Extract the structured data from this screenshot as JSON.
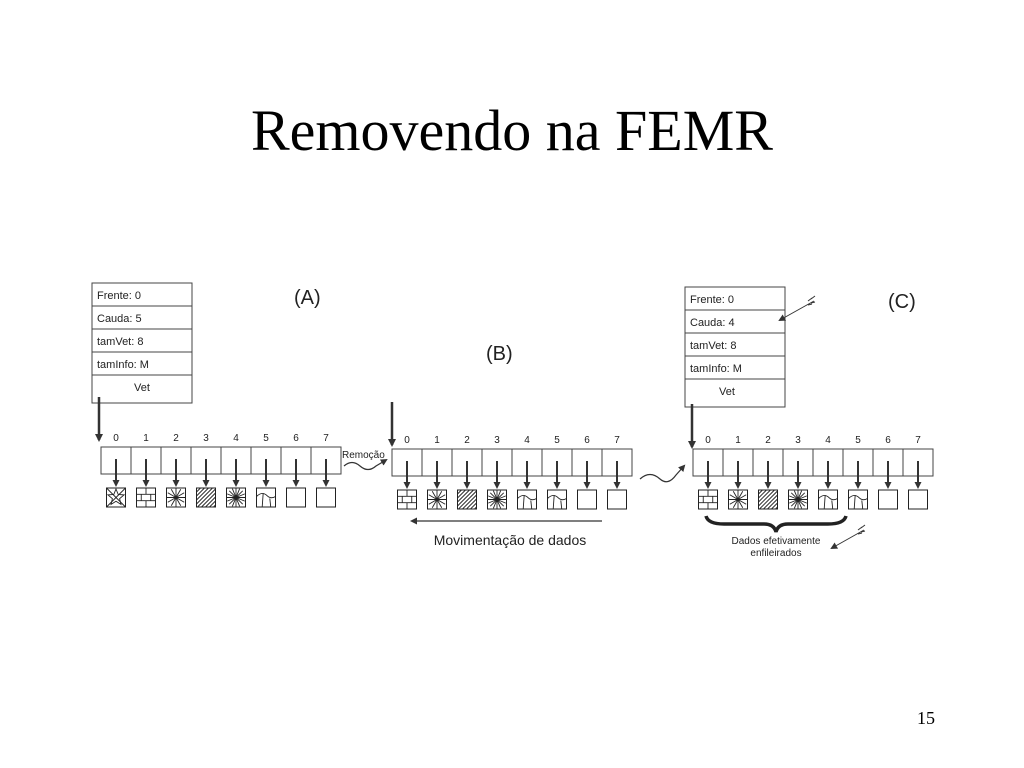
{
  "slide": {
    "title": "Removendo na FEMR",
    "page_number": "15"
  },
  "panels": [
    {
      "label": "(A)",
      "fields": [
        "Frente: 0",
        "Cauda: 5",
        "tamVet: 8",
        "tamInfo: M",
        "Vet"
      ],
      "indices": [
        "0",
        "1",
        "2",
        "3",
        "4",
        "5",
        "6",
        "7"
      ],
      "patterns": [
        "star",
        "brick",
        "asterisk",
        "hatch",
        "burst",
        "curve",
        "empty",
        "empty"
      ]
    },
    {
      "label": "(B)",
      "indices": [
        "0",
        "1",
        "2",
        "3",
        "4",
        "5",
        "6",
        "7"
      ],
      "patterns": [
        "brick",
        "asterisk",
        "hatch",
        "burst",
        "curve",
        "curve",
        "empty",
        "empty"
      ]
    },
    {
      "label": "(C)",
      "fields": [
        "Frente: 0",
        "Cauda: 4",
        "tamVet: 8",
        "tamInfo: M",
        "Vet"
      ],
      "indices": [
        "0",
        "1",
        "2",
        "3",
        "4",
        "5",
        "6",
        "7"
      ],
      "patterns": [
        "brick",
        "asterisk",
        "hatch",
        "burst",
        "curve",
        "curve",
        "empty",
        "empty"
      ]
    }
  ],
  "annotations": {
    "remocao": "Remoção",
    "movimentacao": "Movimentação de dados",
    "enfileirados_line1": "Dados efetivamente",
    "enfileirados_line2": "enfileirados"
  }
}
